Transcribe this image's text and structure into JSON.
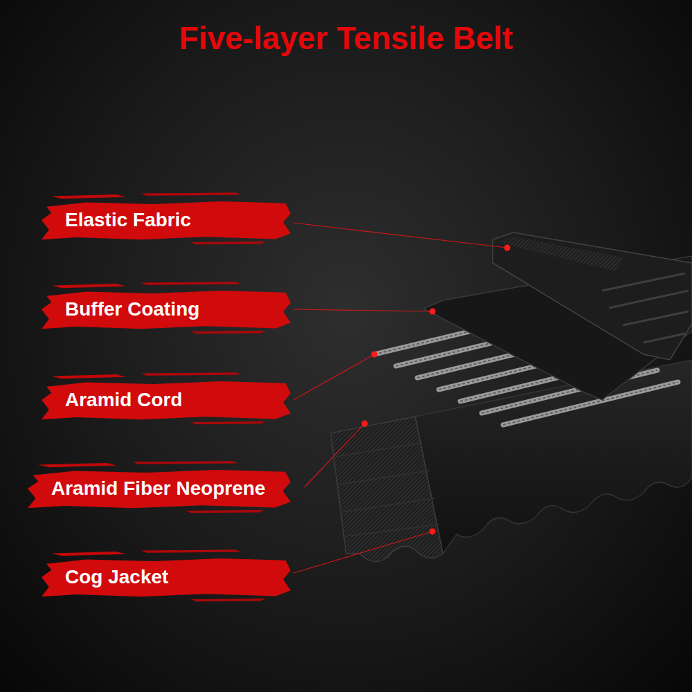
{
  "diagram": {
    "title": "Five-layer Tensile Belt",
    "nodes": [
      {
        "text": [
          "Elastic Fabric"
        ]
      },
      {
        "text": [
          "Buffer Coating"
        ]
      },
      {
        "text": [
          "Aramid Cord"
        ]
      },
      {
        "text": [
          "Aramid Fiber Neoprene"
        ]
      },
      {
        "text": [
          "Cog Jacket"
        ]
      }
    ]
  }
}
